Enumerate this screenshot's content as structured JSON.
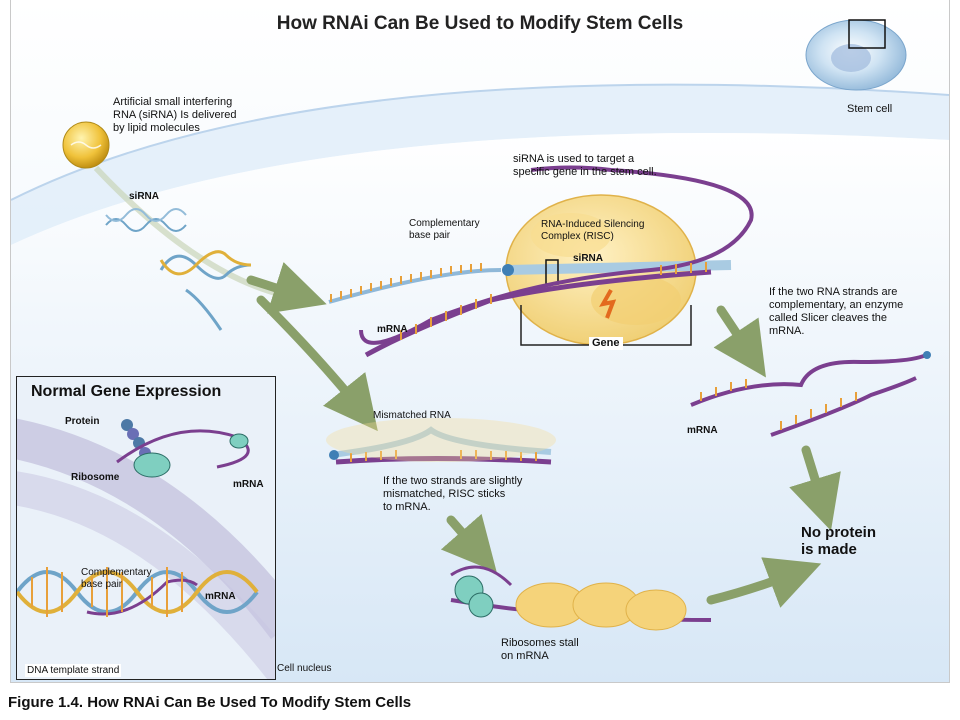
{
  "title": "How RNAi Can Be Used to Modify Stem Cells",
  "caption": "Figure 1.4. How RNAi Can Be Used To Modify Stem Cells",
  "labels": {
    "stem_cell": "Stem cell",
    "artificial_sirna": "Artificial small interfering\nRNA (siRNA) Is delivered\nby lipid molecules",
    "sirna_left": "siRNA",
    "sirna_target": "siRNA is used to target a\nspecific gene in the stem cell.",
    "complementary_top": "Complementary\nbase pair",
    "risc": "RNA-Induced Silencing\nComplex (RISC)",
    "sirna_risc": "siRNA",
    "mrna_center": "mRNA",
    "gene": "Gene",
    "slicer": "If the two RNA strands are\ncomplementary, an enzyme\ncalled Slicer cleaves the\nmRNA.",
    "mrna_right": "mRNA",
    "mismatched": "Mismatched RNA",
    "mismatched_desc": "If the two strands are slightly\nmismatched, RISC sticks\nto mRNA.",
    "no_protein": "No protein\nis made",
    "ribosomes_stall": "Ribosomes stall\non mRNA"
  },
  "inset": {
    "title": "Normal Gene Expression",
    "protein": "Protein",
    "ribosome": "Ribosome",
    "mrna_top": "mRNA",
    "complementary": "Complementary\nbase pair",
    "mrna_bottom": "mRNA",
    "dna_template": "DNA template strand",
    "cell_nucleus": "Cell nucleus"
  },
  "colors": {
    "mrna": "#7b3f8f",
    "sirna": "#8fb8d8",
    "risc": "#f3d67e",
    "arrow": "#8aa06a",
    "membrane": "#cfe2f4",
    "nucleus": "#b9b6d6"
  }
}
